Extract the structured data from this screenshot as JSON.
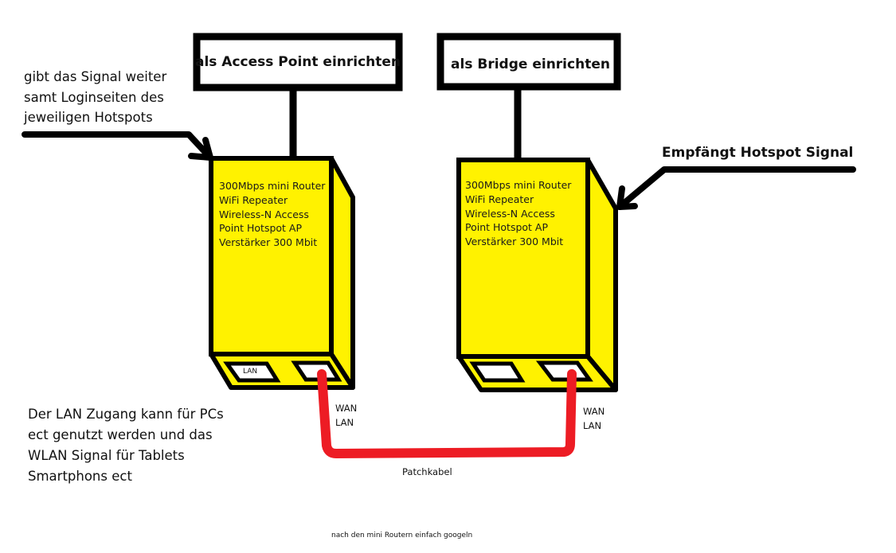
{
  "colors": {
    "device_fill": "#fff200",
    "outline": "#000000",
    "cable": "#ed1c24",
    "background": "#ffffff"
  },
  "left_box": {
    "title": "als Access Point einrichten"
  },
  "right_box": {
    "title": "als Bridge einrichten"
  },
  "left_note": {
    "lines": [
      "gibt das Signal weiter",
      "samt Loginseiten des",
      "jeweiligen Hotspots"
    ]
  },
  "right_note": {
    "text": "Empfängt Hotspot Signal"
  },
  "left_device": {
    "lines": [
      "300Mbps mini Router",
      "WiFi Repeater",
      "Wireless-N Access",
      "Point Hotspot AP",
      "Verstärker 300 Mbit"
    ],
    "port_lan_label": "LAN",
    "port_label_lines": [
      "WAN",
      "LAN"
    ]
  },
  "right_device": {
    "lines": [
      "300Mbps mini Router",
      "WiFi Repeater",
      "Wireless-N Access",
      "Point Hotspot AP",
      "Verstärker 300 Mbit"
    ],
    "port_label_lines": [
      "WAN",
      "LAN"
    ]
  },
  "bottom_note": {
    "lines": [
      "Der LAN Zugang kann für PCs",
      "ect genutzt werden und das",
      "WLAN Signal für Tablets",
      "Smartphons ect"
    ]
  },
  "cable_label": "Patchkabel",
  "footer_note": "nach den mini Routern einfach googeln"
}
